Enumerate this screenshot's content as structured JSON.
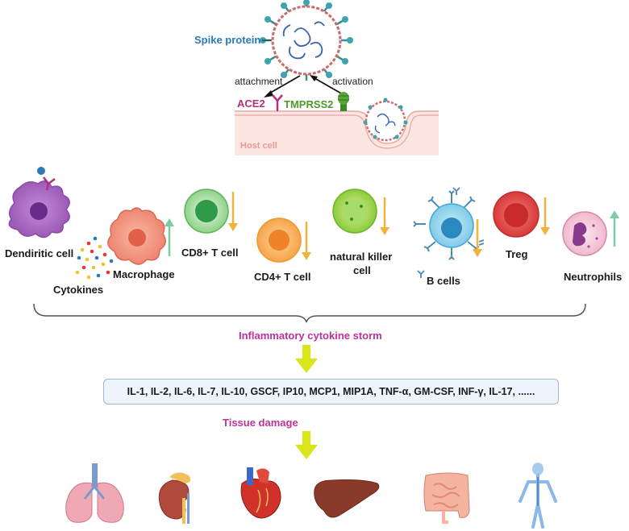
{
  "virus": {
    "spike_label": "Spike protein",
    "attachment_label": "attachment",
    "activation_label": "activation",
    "ace2_label": "ACE2",
    "tmprss2_label": "TMPRSS2",
    "host_cell_label": "Host cell"
  },
  "cells": {
    "dendritic": "Dendiritic cell",
    "cytokines": "Cytokines",
    "macrophage": "Macrophage",
    "cd8": "CD8+ T cell",
    "cd4": "CD4+ T cell",
    "nk_line1": "natural killer",
    "nk_line2": "cell",
    "bcells": "B cells",
    "treg": "Treg",
    "neutrophils": "Neutrophils"
  },
  "storm_label": "Inflammatory cytokine storm",
  "cytokine_list": "IL-1, IL-2, IL-6, IL-7, IL-10, GSCF, IP10, MCP1, MIP1A, TNF-α, GM-CSF, INF-γ, IL-17, ......",
  "damage_label": "Tissue damage",
  "colors": {
    "spike_label": "#2a7ab8",
    "ace2": "#b0307a",
    "tmprss2": "#4c9a2a",
    "host_cell_bg": "#fde6e2",
    "magenta_label": "#c0309a",
    "yellow_arrow": "#d9e619",
    "arrow_up": "#7fcaa4",
    "arrow_down": "#f0b43a"
  },
  "organs": [
    "lungs-icon",
    "kidney-icon",
    "heart-icon",
    "liver-icon",
    "intestine-icon",
    "nervous-system-icon"
  ]
}
